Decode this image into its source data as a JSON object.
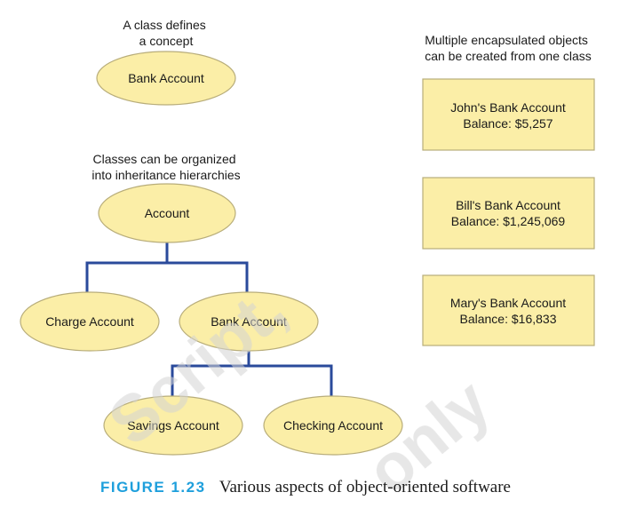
{
  "colors": {
    "node_fill": "#fbeea7",
    "node_stroke": "#b8ad7a",
    "connector": "#2a4a9b",
    "figure_label": "#1e9fdc",
    "text": "#1a1a1a",
    "watermark": "#d4d4d4"
  },
  "concept_note": [
    "A class defines",
    "a concept"
  ],
  "concept_class": "Bank Account",
  "inheritance_note": [
    "Classes can be organized",
    "into inheritance hierarchies"
  ],
  "hierarchy": {
    "root": "Account",
    "level1": [
      "Charge Account",
      "Bank Account"
    ],
    "level2": [
      "Savings Account",
      "Checking Account"
    ]
  },
  "objects_note": [
    "Multiple encapsulated objects",
    "can be created from one class"
  ],
  "objects": [
    {
      "name": "John's Bank Account",
      "balance": "Balance: $5,257"
    },
    {
      "name": "Bill's Bank Account",
      "balance": "Balance: $1,245,069"
    },
    {
      "name": "Mary's Bank Account",
      "balance": "Balance: $16,833"
    }
  ],
  "figure": {
    "number": "FIGURE 1.23",
    "title": "Various aspects of object-oriented software"
  },
  "watermark": [
    "Script,",
    "only"
  ]
}
